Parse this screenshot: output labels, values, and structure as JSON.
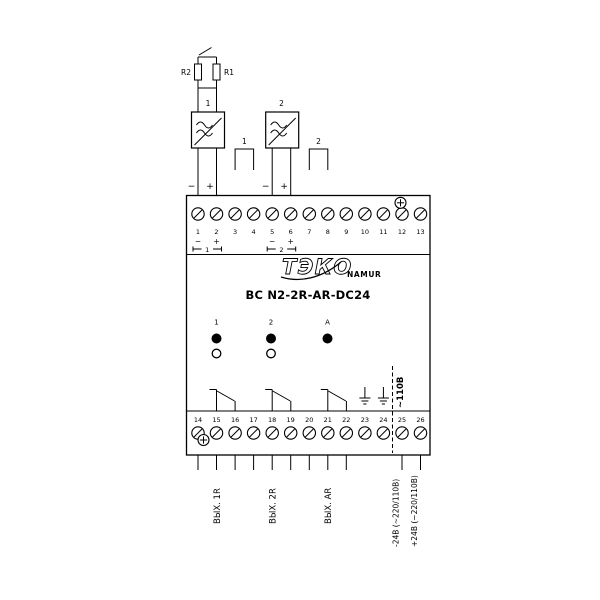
{
  "device": {
    "brand": "ТЭКО",
    "standard": "NAMUR",
    "model": "BC N2-2R-AR-DC24",
    "voltage_note": "~110В"
  },
  "terminals": {
    "top": [
      "1",
      "2",
      "3",
      "4",
      "5",
      "6",
      "7",
      "8",
      "9",
      "10",
      "11",
      "12",
      "13"
    ],
    "bottom": [
      "14",
      "15",
      "16",
      "17",
      "18",
      "19",
      "20",
      "21",
      "22",
      "23",
      "24",
      "25",
      "26"
    ]
  },
  "equiv": {
    "r1": "R1",
    "r2": "R2"
  },
  "sensors": {
    "s1": "1",
    "s2": "2"
  },
  "contacts": {
    "c1": "1",
    "c2": "2"
  },
  "marks": {
    "minus": "−",
    "plus": "+"
  },
  "brackets": {
    "ch1": "1",
    "ch2": "2"
  },
  "panel": {
    "led1": "1",
    "led2": "2",
    "ledA": "A"
  },
  "outputs": {
    "o1": "ВЫХ. 1R",
    "o2": "ВЫХ. 2R",
    "o3": "ВЫХ. AR",
    "supply_minus": "-24В (~220/110В)",
    "supply_plus": "+24В (~220/110В)"
  }
}
